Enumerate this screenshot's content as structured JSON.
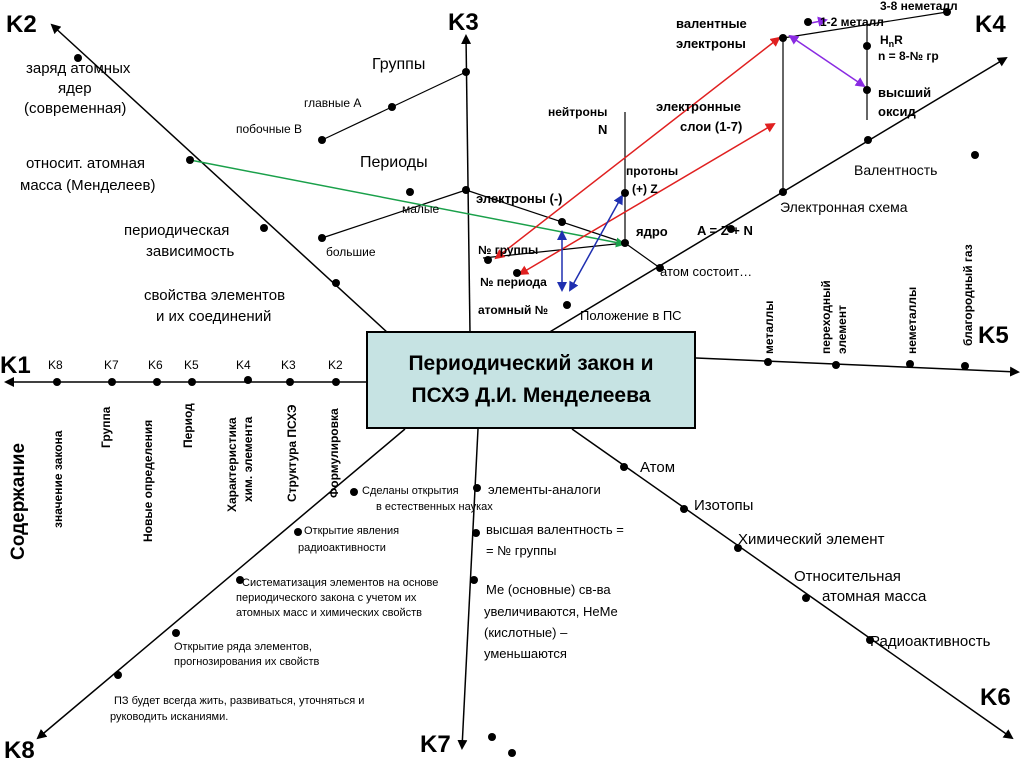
{
  "center": {
    "title": "Периодический закон и\nПСХЭ Д.И. Менделеева"
  },
  "axes": {
    "k1": "K1",
    "k2": "K2",
    "k3": "K3",
    "k4": "K4",
    "k5": "K5",
    "k6": "K6",
    "k7": "K7",
    "k8": "K8"
  },
  "k1": {
    "side_label": "Содержание",
    "ticks": [
      "K8",
      "K7",
      "K6",
      "K5",
      "K4",
      "K3",
      "K2"
    ],
    "items": [
      "значение закона",
      "Группа",
      "Новые определения",
      "Период",
      "Характеристика хим. элемента",
      "Структура ПСХЭ",
      "Формулировка"
    ]
  },
  "k2": {
    "items": [
      "заряд атомных ядер (современная)",
      "относит. атомная масса (Менделеев)",
      "периодическая зависимость",
      "свойства элементов и их соединений"
    ]
  },
  "k3": {
    "groups": "Группы",
    "groups_main": "главные А",
    "groups_side": "побочные В",
    "periods": "Периоды",
    "periods_small": "малые",
    "periods_large": "большие"
  },
  "k4": {
    "valence_electrons": "валентные электроны",
    "nonmetal": "3-8 неметалл",
    "metal": "1-2 металл",
    "hnr": "HnR",
    "hnr_formula": "n = 8-№ гр",
    "higher_oxide": "высший оксид",
    "electron_layers": "электронные слои (1-7)",
    "neutrons": "нейтроны N",
    "protons": "протоны (+) Z",
    "electrons": "электроны (-)",
    "nucleus": "ядро",
    "formula": "A = Z + N",
    "group_no": "№ группы",
    "period_no": "№ периода",
    "atomic_no": "атомный №",
    "atom_consists": "атом состоит…",
    "position": "Положение в ПС",
    "valence": "Валентность",
    "electron_scheme": "Электронная схема"
  },
  "k5": {
    "items": [
      "металлы",
      "переходный элемент",
      "неметаллы",
      "благородный газ"
    ]
  },
  "k6": {
    "items": [
      "Атом",
      "Изотопы",
      "Химический элемент",
      "Относительная атомная масса",
      "Радиоактивность"
    ]
  },
  "k7": {
    "items": [
      "элементы-аналоги",
      "высшая валентность = = № группы",
      "Ме (основные) св-ва увеличиваются, НеМе (кислотные) – уменьшаются"
    ]
  },
  "k8": {
    "items": [
      "Сделаны открытия в естественных науках",
      "Открытие явления радиоактивности",
      "Систематизация элементов на основе периодического закона с учетом их атомных масс и химических свойств",
      "Открытие ряда элементов, прогнозирования их свойств",
      "ПЗ будет всегда жить, развиваться, уточняться и руководить исканиями."
    ]
  },
  "colors": {
    "box": "#c6e3e3",
    "red": "#e02020",
    "green": "#1aa04a",
    "blue": "#1f2fb0",
    "purple": "#8a2be2"
  }
}
